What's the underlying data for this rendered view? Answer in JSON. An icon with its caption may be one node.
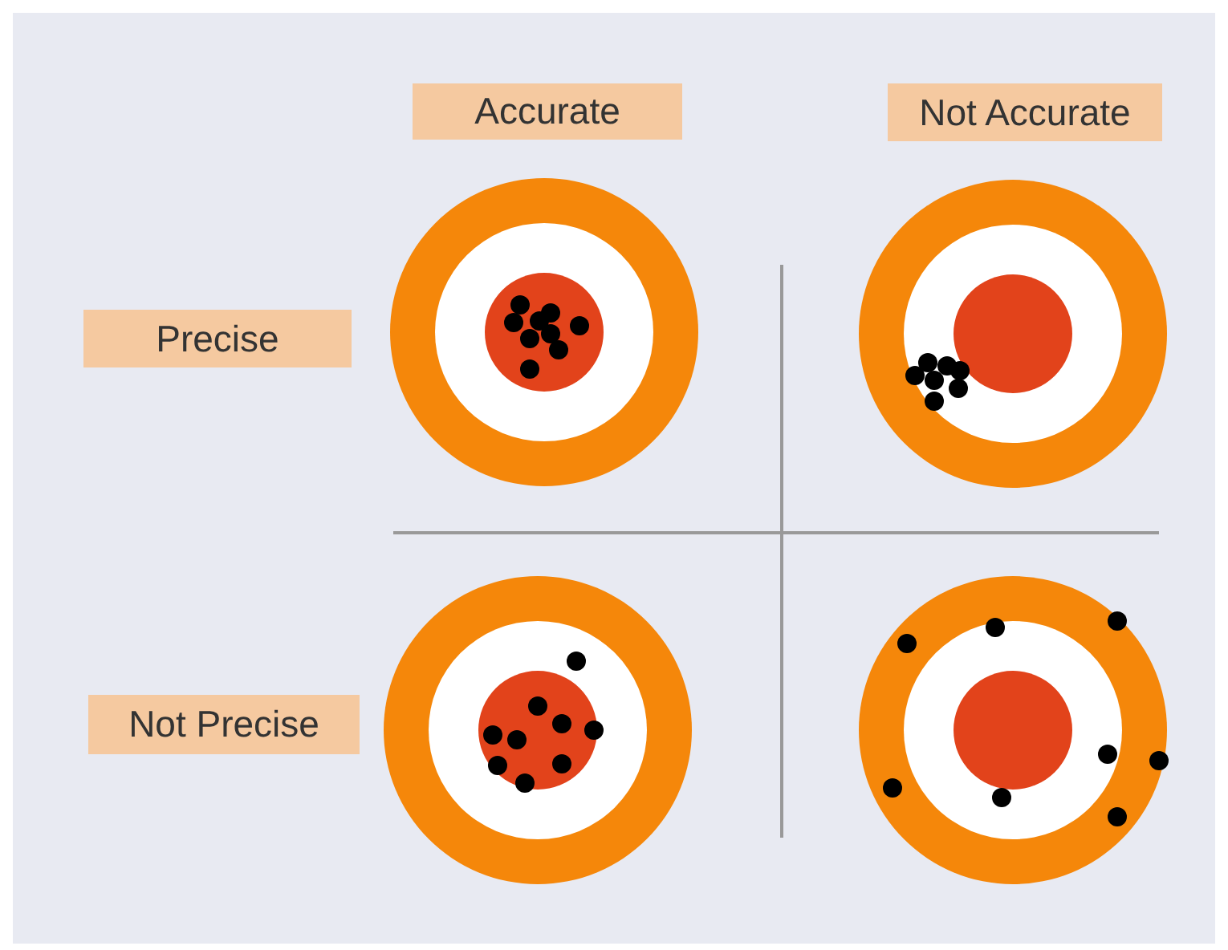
{
  "diagram": {
    "nodes": [
      {
        "text": [
          "Accurate"
        ]
      },
      {
        "text": [
          "Not Accurate"
        ]
      },
      {
        "text": [
          "Precise"
        ]
      },
      {
        "text": [
          "Not Precise"
        ]
      }
    ]
  }
}
